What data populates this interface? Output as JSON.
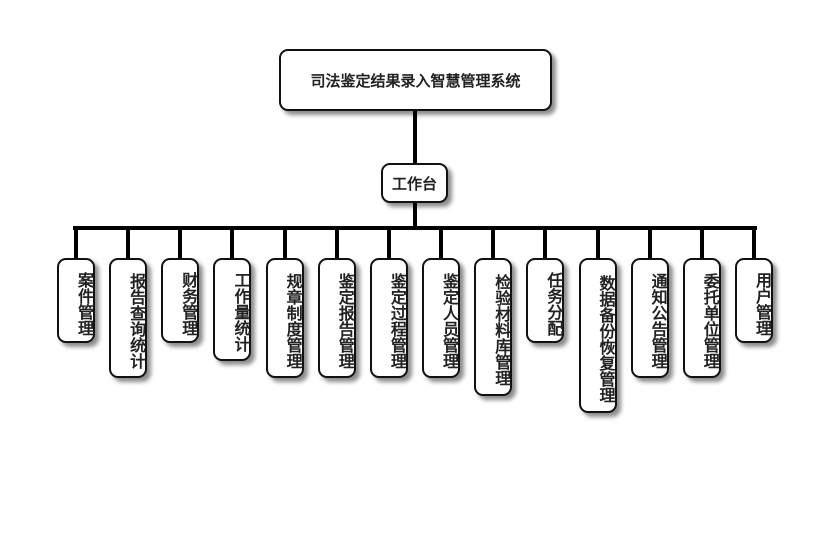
{
  "root": {
    "label": "司法鉴定结果录入智慧管理系统"
  },
  "hub": {
    "label": "工作台"
  },
  "modules": [
    {
      "label": "案件管理"
    },
    {
      "label": "报告查询统计"
    },
    {
      "label": "财务管理"
    },
    {
      "label": "工作量统计"
    },
    {
      "label": "规章制度管理"
    },
    {
      "label": "鉴定报告管理"
    },
    {
      "label": "鉴定过程管理"
    },
    {
      "label": "鉴定人员管理"
    },
    {
      "label": "检验材料库管理"
    },
    {
      "label": "任务分配"
    },
    {
      "label": "数据备份恢复管理"
    },
    {
      "label": "通知公告管理"
    },
    {
      "label": "委托单位管理"
    },
    {
      "label": "用户管理"
    }
  ]
}
